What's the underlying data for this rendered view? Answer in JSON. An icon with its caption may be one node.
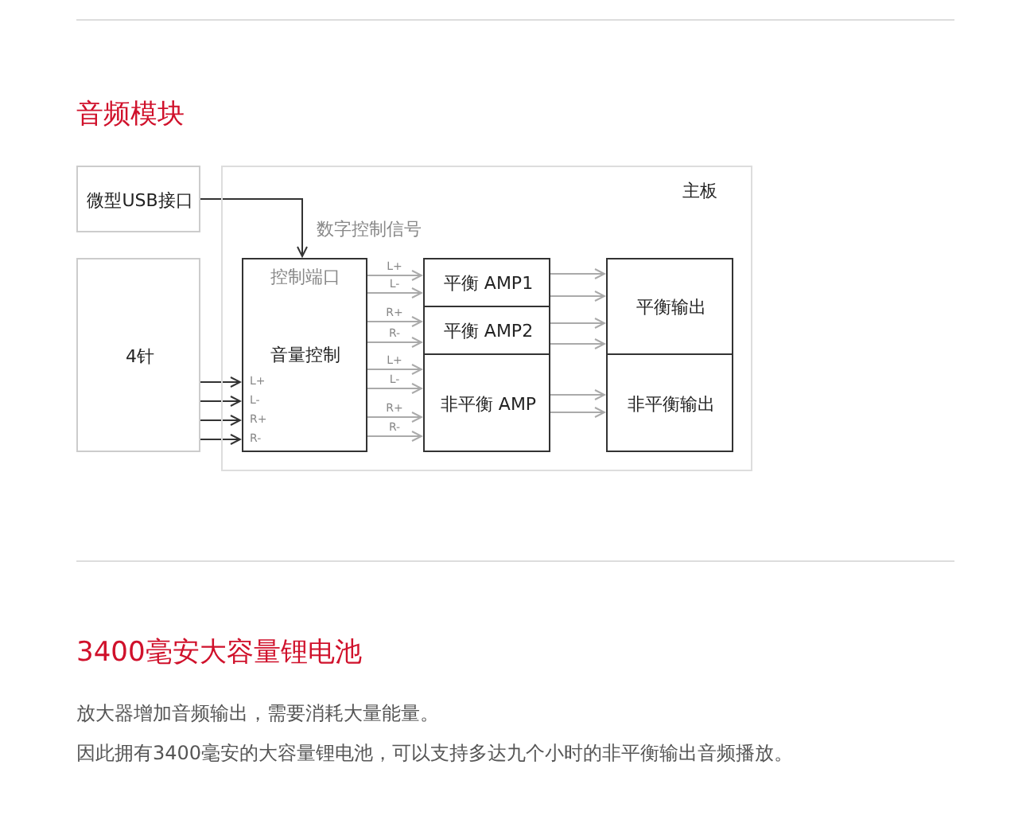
{
  "diagram": {
    "title": "音频模块",
    "nodes": [
      {
        "text": [
          "微型USB接口"
        ]
      },
      {
        "text": [
          "4针"
        ]
      },
      {
        "text": [
          "主板"
        ]
      },
      {
        "text": [
          "控制端口",
          "音量控制"
        ],
        "in": 2
      },
      {
        "text": [
          "平衡 AMP1"
        ],
        "in": 2
      },
      {
        "text": [
          "平衡 AMP2"
        ],
        "in": 2
      },
      {
        "text": [
          "非平衡 AMP"
        ],
        "in": 2
      },
      {
        "text": [
          "平衡输出"
        ],
        "in": 2
      },
      {
        "text": [
          "非平衡输出"
        ],
        "in": 2
      }
    ],
    "edges": [
      {
        "from": 0,
        "to": 3,
        "arrow": "to",
        "label": "数字控制信号",
        "color": "#333333"
      },
      {
        "from": 1,
        "to": 3,
        "arrow": "to",
        "label": "L+",
        "color": "#333333"
      },
      {
        "from": 1,
        "to": 3,
        "arrow": "to",
        "label": "L-",
        "color": "#333333"
      },
      {
        "from": 1,
        "to": 3,
        "arrow": "to",
        "label": "R+",
        "color": "#333333"
      },
      {
        "from": 1,
        "to": 3,
        "arrow": "to",
        "label": "R-",
        "color": "#333333"
      },
      {
        "from": 3,
        "to": 4,
        "arrow": "to",
        "label": "L+"
      },
      {
        "from": 3,
        "to": 4,
        "arrow": "to",
        "label": "L-"
      },
      {
        "from": 3,
        "to": 5,
        "arrow": "to",
        "label": "R+"
      },
      {
        "from": 3,
        "to": 5,
        "arrow": "to",
        "label": "R-"
      },
      {
        "from": 3,
        "to": 6,
        "arrow": "to",
        "label": "L+"
      },
      {
        "from": 3,
        "to": 6,
        "arrow": "to",
        "label": "L-"
      },
      {
        "from": 3,
        "to": 6,
        "arrow": "to",
        "label": "R+"
      },
      {
        "from": 3,
        "to": 6,
        "arrow": "to",
        "label": "R-"
      },
      {
        "from": 4,
        "to": 7,
        "arrow": "to"
      },
      {
        "from": 4,
        "to": 7,
        "arrow": "to"
      },
      {
        "from": 5,
        "to": 7,
        "arrow": "to"
      },
      {
        "from": 5,
        "to": 7,
        "arrow": "to"
      },
      {
        "from": 6,
        "to": 8,
        "arrow": "to"
      },
      {
        "from": 6,
        "to": 8,
        "arrow": "to"
      }
    ],
    "labels": [
      "3400毫安大容量锂电池",
      "放大器增加音频输出，需要消耗大量能量。",
      "因此拥有3400毫安的大容量锂电池，可以支持多达九个小时的非平衡输出音频播放。"
    ]
  }
}
